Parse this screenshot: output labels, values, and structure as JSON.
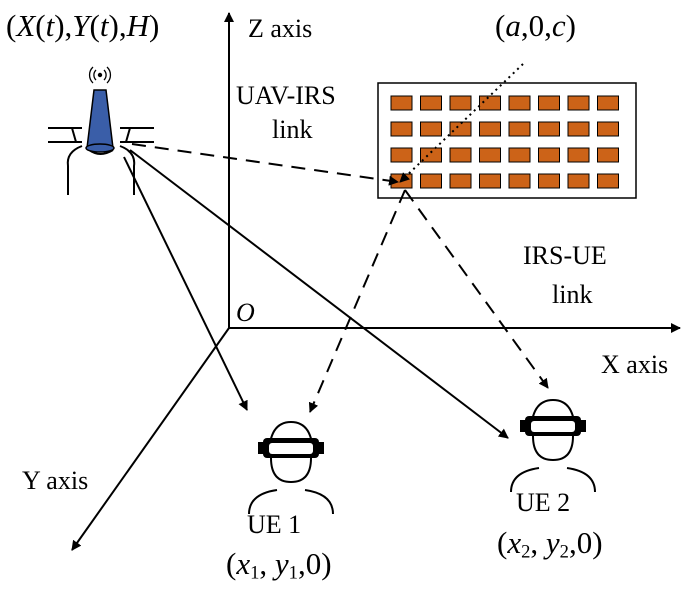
{
  "axes": {
    "z_label": "Z axis",
    "x_label": "X axis",
    "y_label": "Y axis",
    "origin_label": "O"
  },
  "uav": {
    "position": {
      "part1": "X",
      "part2": "t",
      "part3": "Y",
      "part4": "t",
      "part5": "H"
    }
  },
  "irs": {
    "position": {
      "a": "a",
      "zero": "0",
      "c": "c"
    },
    "rows": 4,
    "cols": 8,
    "element_color": "#cc6318"
  },
  "links": {
    "uav_irs_line1": "UAV-IRS",
    "uav_irs_line2": "link",
    "irs_ue_line1": "IRS-UE",
    "irs_ue_line2": "link"
  },
  "ue1": {
    "label": "UE 1",
    "x": "x",
    "x_sub": "1",
    "y": "y",
    "y_sub": "1",
    "z": "0"
  },
  "ue2": {
    "label": "UE 2",
    "x": "x",
    "x_sub": "2",
    "y": "y",
    "y_sub": "2",
    "z": "0"
  },
  "colors": {
    "uav_body": "#3a5ea8"
  }
}
